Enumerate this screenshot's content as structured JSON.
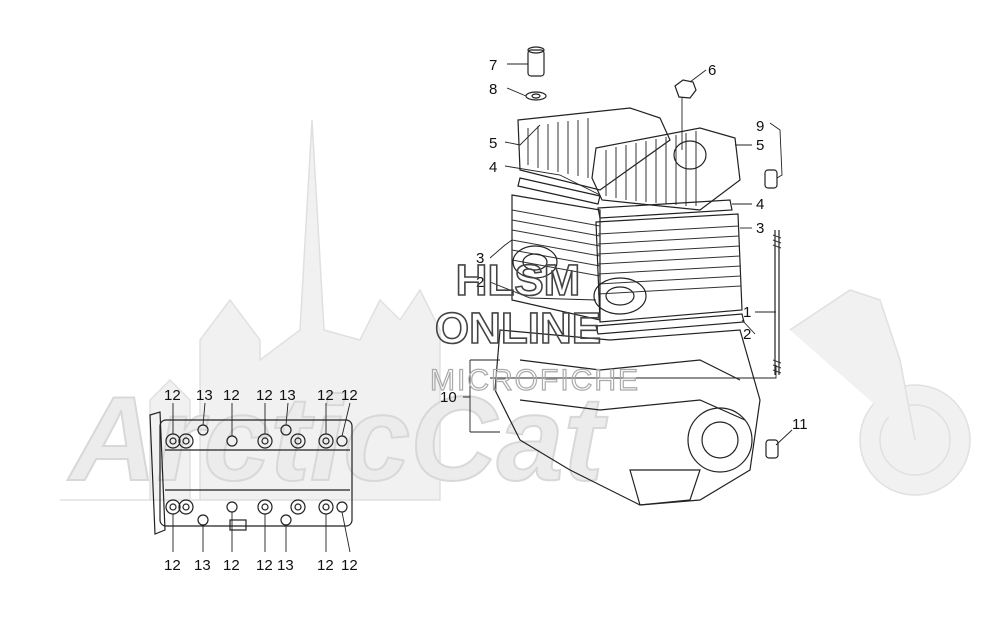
{
  "watermark": {
    "line1": "HLSM",
    "line2": "ONLINE",
    "line3": "MICROFICHE",
    "background_logo": "ArcticCat"
  },
  "callouts_right": [
    {
      "id": "7",
      "text": "7"
    },
    {
      "id": "8",
      "text": "8"
    },
    {
      "id": "6",
      "text": "6"
    },
    {
      "id": "5a",
      "text": "5"
    },
    {
      "id": "4a",
      "text": "4"
    },
    {
      "id": "9",
      "text": "9"
    },
    {
      "id": "5b",
      "text": "5"
    },
    {
      "id": "4b",
      "text": "4"
    },
    {
      "id": "3b",
      "text": "3"
    },
    {
      "id": "3a",
      "text": "3"
    },
    {
      "id": "2a",
      "text": "2"
    },
    {
      "id": "1",
      "text": "1"
    },
    {
      "id": "2b",
      "text": "2"
    },
    {
      "id": "10",
      "text": "10"
    },
    {
      "id": "11",
      "text": "11"
    }
  ],
  "callouts_top_left": [
    "12",
    "13",
    "12",
    "12",
    "13",
    "12",
    "12"
  ],
  "callouts_bottom_left": [
    "12",
    "13",
    "12",
    "12",
    "13",
    "12",
    "12"
  ],
  "colors": {
    "line": "#222222",
    "watermark_grey": "#dddddd"
  }
}
